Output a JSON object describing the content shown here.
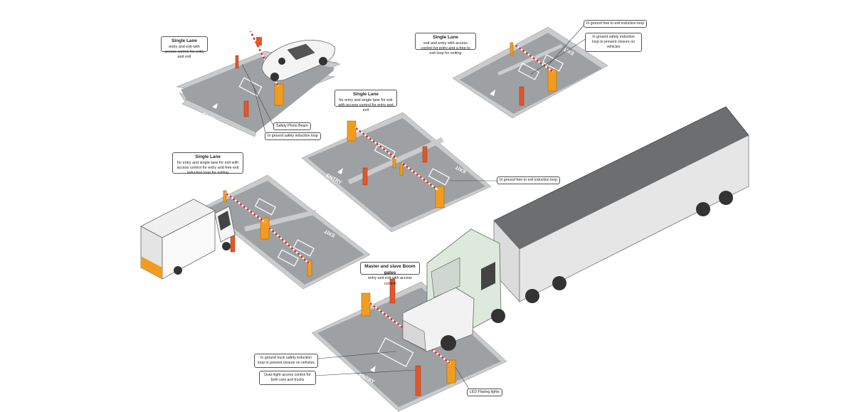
{
  "callouts": {
    "lane1": {
      "title": "Single Lane",
      "body": "entry and exit with access control for entry and exit"
    },
    "lane2": {
      "title": "Single Lane",
      "body": "exit and entry with access control for entry and a free to exit loop for exiting"
    },
    "lane3": {
      "title": "Single Lane",
      "body": "for entry and single lane for exit with access control for entry and exit"
    },
    "lane4": {
      "title": "Single Lane",
      "body": "for entry and single lane for exit with access control for entry and free exit induction loop for exiting"
    },
    "master": {
      "title": "Master and slave Boom gates",
      "body": "entry and exit with access control"
    }
  },
  "labels": {
    "free_exit_loop_top": "In ground free to exit induction loop",
    "safety_loop_top": "In ground safety induction loop to prevent closure on vehicles",
    "photo_beam": "Safety Photo Beam",
    "safety_loop_car": "In ground safety induction loop",
    "free_exit_loop_mid": "In ground free to exit induction loop",
    "truck_safety_loop": "In ground truck safety induction loop to prevent closure on vehicles",
    "dual_height": "Dual hight access control for both cars and trucks",
    "led": "LED Flasing lights"
  },
  "pavement_text": {
    "entry": "ENTRY",
    "exit": "EXIT"
  },
  "colors": {
    "road": "#9ea1a3",
    "gate": "#f29c1f",
    "reader": "#e2572b",
    "boom_stripe": "#d22a2a",
    "trailer_roof": "#6d6e70"
  }
}
